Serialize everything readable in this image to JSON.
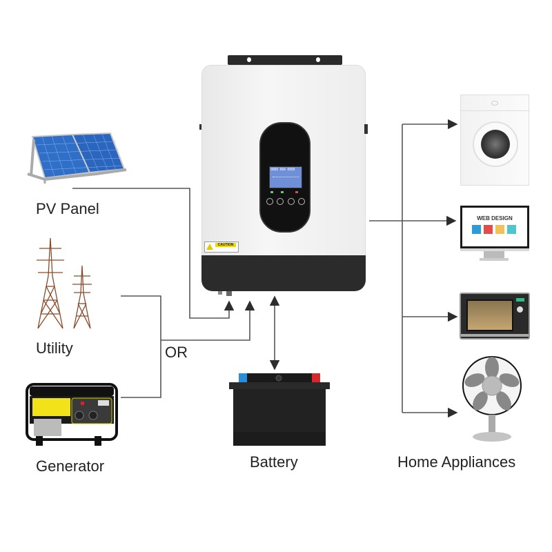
{
  "diagram": {
    "title": "Hybrid inverter connection diagram",
    "sources": {
      "pv_panel": {
        "label": "PV Panel"
      },
      "utility": {
        "label": "Utility"
      },
      "generator": {
        "label": "Generator"
      },
      "or_label": "OR"
    },
    "storage": {
      "battery": {
        "label": "Battery"
      }
    },
    "loads": {
      "group_label": "Home Appliances",
      "items": [
        {
          "name": "washing-machine"
        },
        {
          "name": "computer-monitor",
          "screen_title": "WEB DESIGN"
        },
        {
          "name": "microwave"
        },
        {
          "name": "desk-fan"
        }
      ]
    },
    "inverter": {
      "caution_label": "CAUTION",
      "lcd_text": "8888 88A 8888"
    },
    "colors": {
      "wire": "#555555",
      "inverter_body": "#eeeeee",
      "inverter_base": "#2b2b2b",
      "lcd": "#6f8fd8",
      "panel_blue": "#2f6fc8",
      "generator_yellow": "#f2e21a",
      "battery_plus": "#d62828",
      "battery_minus": "#2a8fdb"
    }
  }
}
